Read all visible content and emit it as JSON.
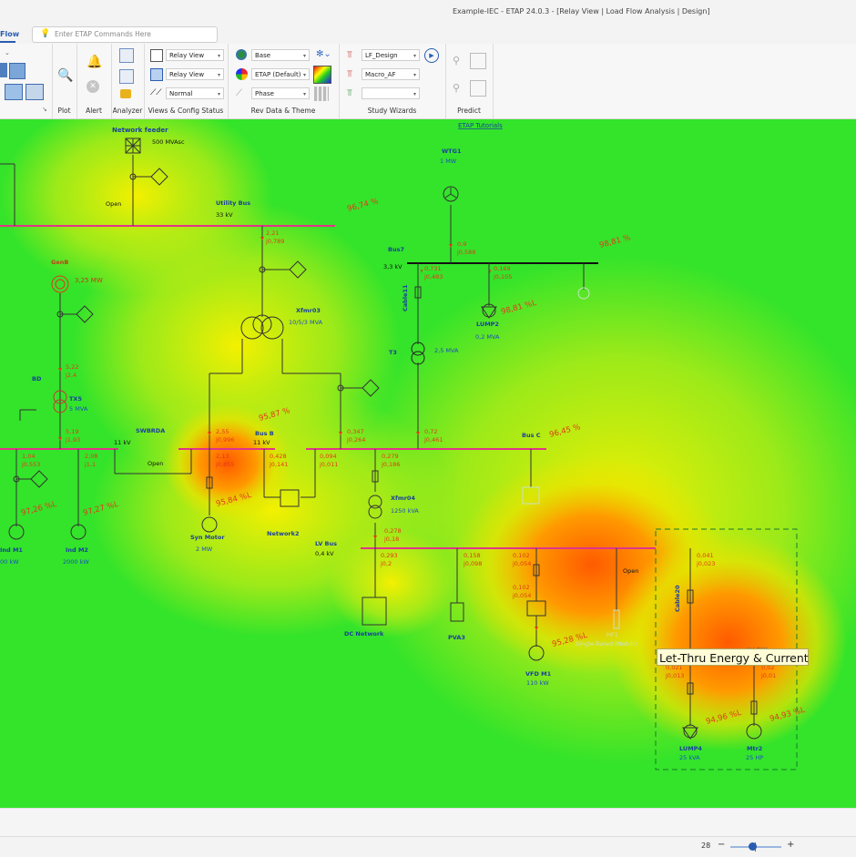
{
  "window": {
    "title": "Example-IEC - ETAP 24.0.3 - [Relay View | Load Flow Analysis | Design]"
  },
  "ribbon": {
    "active_tab": "Flow",
    "command_search_placeholder": "Enter ETAP Commands Here",
    "groups": {
      "plot": "Plot",
      "alert": "Alert",
      "analyzer": "Analyzer",
      "views": "Views & Config Status",
      "rev": "Rev Data & Theme",
      "wizards": "Study Wizards",
      "predict": "Predict"
    },
    "views_dropdowns": [
      "Relay View",
      "Relay View",
      "Normal"
    ],
    "rev_dropdowns": [
      "Base",
      "ETAP (Default)",
      "Phase"
    ],
    "wizard_dropdowns": [
      "LF_Design",
      "Macro_AF",
      ""
    ]
  },
  "diagram": {
    "tutorials_link": "ETAP Tutorials",
    "labels": [
      {
        "id": "network-feeder-label",
        "text": "Network feeder",
        "kind": "blue"
      },
      {
        "id": "network-feeder-rating",
        "text": "500 MVAsc",
        "kind": "black"
      },
      {
        "id": "open-1",
        "text": "Open",
        "kind": "black"
      },
      {
        "id": "utility-bus-label",
        "text": "Utility Bus",
        "kind": "blue"
      },
      {
        "id": "utility-bus-kv",
        "text": "33 kV",
        "kind": "black"
      },
      {
        "id": "wtg1-label",
        "text": "WTG1",
        "kind": "blue"
      },
      {
        "id": "wtg1-rating",
        "text": "1 MW",
        "kind": "blue2"
      },
      {
        "id": "bus7-label",
        "text": "Bus7",
        "kind": "blue"
      },
      {
        "id": "bus7-kv",
        "text": "3,3 kV",
        "kind": "black"
      },
      {
        "id": "cable11-label",
        "text": "Cable11",
        "kind": "blue"
      },
      {
        "id": "lump2-label",
        "text": "LUMP2",
        "kind": "blue"
      },
      {
        "id": "lump2-rating",
        "text": "0,2 MVA",
        "kind": "blue2"
      },
      {
        "id": "t3-label",
        "text": "T3",
        "kind": "blue"
      },
      {
        "id": "t3-rating",
        "text": "2,5 MVA",
        "kind": "blue2"
      },
      {
        "id": "genb-label",
        "text": "GenB",
        "kind": "red"
      },
      {
        "id": "genb-rating",
        "text": "3,25 MW",
        "kind": "red"
      },
      {
        "id": "xfmr03-label",
        "text": "Xfmr03",
        "kind": "blue"
      },
      {
        "id": "xfmr03-rating",
        "text": "10/5/3 MVA",
        "kind": "blue2"
      },
      {
        "id": "bd-label",
        "text": "BD",
        "kind": "blue"
      },
      {
        "id": "tx5-label",
        "text": "TX5",
        "kind": "blue"
      },
      {
        "id": "tx5-rating",
        "text": "5 MVA",
        "kind": "blue2"
      },
      {
        "id": "swbrda-label",
        "text": "SWBRDA",
        "kind": "blue"
      },
      {
        "id": "swbrda-kv",
        "text": "11 kV",
        "kind": "black"
      },
      {
        "id": "busb-label",
        "text": "Bus B",
        "kind": "blue"
      },
      {
        "id": "busb-kv",
        "text": "11 kV",
        "kind": "black"
      },
      {
        "id": "busc-label",
        "text": "Bus C",
        "kind": "blue"
      },
      {
        "id": "open-2",
        "text": "Open",
        "kind": "black"
      },
      {
        "id": "xfmr04-label",
        "text": "Xfmr04",
        "kind": "blue"
      },
      {
        "id": "xfmr04-rating",
        "text": "1250 kVA",
        "kind": "blue2"
      },
      {
        "id": "network2-label",
        "text": "Network2",
        "kind": "blue"
      },
      {
        "id": "synmotor-label",
        "text": "Syn Motor",
        "kind": "blue"
      },
      {
        "id": "synmotor-rating",
        "text": "2 MW",
        "kind": "blue2"
      },
      {
        "id": "lvbus-label",
        "text": "LV Bus",
        "kind": "blue"
      },
      {
        "id": "lvbus-kv",
        "text": "0,4 kV",
        "kind": "black"
      },
      {
        "id": "indm1-label",
        "text": "Ind M1",
        "kind": "blue"
      },
      {
        "id": "indm1-rating",
        "text": "00 kW",
        "kind": "blue2"
      },
      {
        "id": "indm2-label",
        "text": "Ind M2",
        "kind": "blue"
      },
      {
        "id": "indm2-rating",
        "text": "2000 kW",
        "kind": "blue2"
      },
      {
        "id": "dcnet-label",
        "text": "DC Network",
        "kind": "blue"
      },
      {
        "id": "pva3-label",
        "text": "PVA3",
        "kind": "blue"
      },
      {
        "id": "vfdm1-label",
        "text": "VFD M1",
        "kind": "blue"
      },
      {
        "id": "vfdm1-rating",
        "text": "110 kW",
        "kind": "blue2"
      },
      {
        "id": "hf1-label",
        "text": "HF1",
        "kind": "faint"
      },
      {
        "id": "hf1-desc",
        "text": "Single-Tuned (Notch)",
        "kind": "faint"
      },
      {
        "id": "open-3",
        "text": "Open",
        "kind": "black"
      },
      {
        "id": "cable20-label",
        "text": "Cable20",
        "kind": "blue"
      },
      {
        "id": "lvpnl-label",
        "text": "LV-PNL",
        "kind": "blue"
      },
      {
        "id": "lump4-label",
        "text": "LUMP4",
        "kind": "blue"
      },
      {
        "id": "lump4-rating",
        "text": "25 kVA",
        "kind": "blue2"
      },
      {
        "id": "mtr2-label",
        "text": "Mtr2",
        "kind": "blue"
      },
      {
        "id": "mtr2-rating",
        "text": "25 HP",
        "kind": "blue2"
      }
    ],
    "flows": [
      [
        "2,21",
        "j0,789"
      ],
      [
        "0,9",
        "j0,588"
      ],
      [
        "0,731",
        "j0,483"
      ],
      [
        "0,169",
        "j0,105"
      ],
      [
        "5,22",
        "j2,4"
      ],
      [
        "5,19",
        "j1,93"
      ],
      [
        "1,04",
        "j0,553"
      ],
      [
        "2,08",
        "j1,1"
      ],
      [
        "2,55",
        "j0,996"
      ],
      [
        "2,13",
        "j0,855"
      ],
      [
        "0,428",
        "j0,141"
      ],
      [
        "0,347",
        "j0,264"
      ],
      [
        "0,094",
        "j0,011"
      ],
      [
        "0,279",
        "j0,186"
      ],
      [
        "0,72",
        "j0,461"
      ],
      [
        "0,278",
        "j0,18"
      ],
      [
        "0,293",
        "j0,2"
      ],
      [
        "0,158",
        "j0,098"
      ],
      [
        "0,102",
        "j0,054"
      ],
      [
        "0,102",
        "j0,054"
      ],
      [
        "0,041",
        "j0,023"
      ],
      [
        "0,021",
        "j0,013"
      ],
      [
        "0,02",
        "j0,01"
      ]
    ],
    "voltages": [
      "96,74 %",
      "98,81 %",
      "98,81 %L",
      "95,87 %",
      "96,45 %",
      "97,26 %L",
      "97,27 %L",
      "95,84 %L",
      "95,28 %L",
      "94,96 %L",
      "94,93 %L"
    ],
    "let_thru_label": "Let-Thru Energy & Current"
  },
  "status": {
    "zoom": "28",
    "minus": "−",
    "plus": "+"
  },
  "colors": {
    "bus_pink": "#e0358a",
    "label_blue": "#1a3f9e",
    "flow_red": "#e23a1a",
    "heatmap_green": "#2fe52b",
    "heatmap_orange": "#ff7a00"
  }
}
